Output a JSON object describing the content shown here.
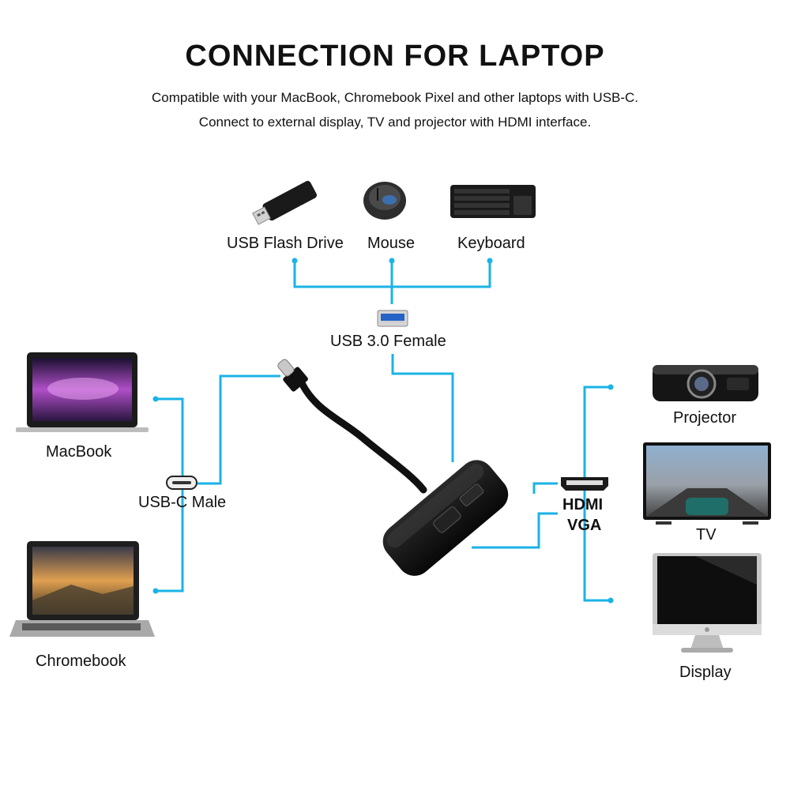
{
  "title": "CONNECTION FOR LAPTOP",
  "subtitle_line1": "Compatible with your MacBook, Chromebook Pixel and other laptops with USB-C.",
  "subtitle_line2": "Connect to external display, TV and projector with HDMI interface.",
  "devices": {
    "usb_flash_drive": "USB Flash Drive",
    "mouse": "Mouse",
    "keyboard": "Keyboard",
    "macbook": "MacBook",
    "chromebook": "Chromebook",
    "projector": "Projector",
    "tv": "TV",
    "display": "Display"
  },
  "ports": {
    "usb_female": "USB 3.0 Female",
    "usbc_male": "USB-C Male",
    "hdmi": "HDMI",
    "vga": "VGA"
  },
  "colors": {
    "connector_line": "#1ab3e6",
    "adapter": "#141414"
  }
}
